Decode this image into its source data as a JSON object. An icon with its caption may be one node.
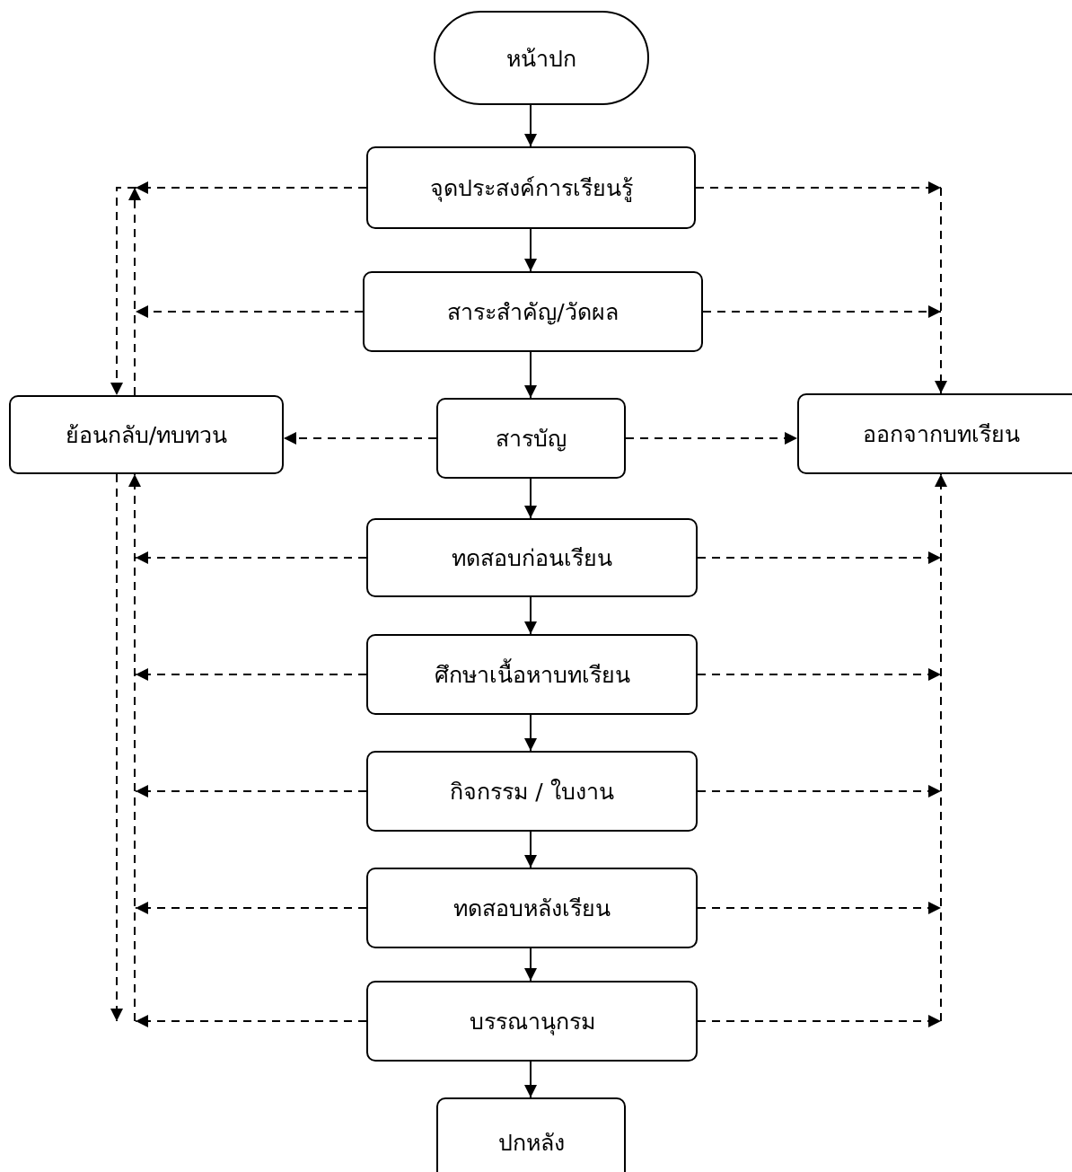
{
  "diagram": {
    "nodes": [
      {
        "text": [
          "หน้าปก"
        ]
      },
      {
        "text": [
          "จุดประสงค์การเรียนรู้"
        ]
      },
      {
        "text": [
          "สาระสำคัญ/วัดผล"
        ]
      },
      {
        "text": [
          "ย้อนกลับ/ทบทวน"
        ]
      },
      {
        "text": [
          "สารบัญ"
        ]
      },
      {
        "text": [
          "ออกจากบทเรียน"
        ]
      },
      {
        "text": [
          "ทดสอบก่อนเรียน"
        ]
      },
      {
        "text": [
          "ศึกษาเนื้อหาบทเรียน"
        ]
      },
      {
        "text": [
          "กิจกรรม / ใบงาน"
        ]
      },
      {
        "text": [
          "ทดสอบหลังเรียน"
        ]
      },
      {
        "text": [
          "บรรณานุกรม"
        ]
      },
      {
        "text": [
          "ปกหลัง"
        ]
      }
    ],
    "edges": [
      {
        "from": 0,
        "to": 1,
        "arrow": "to"
      },
      {
        "from": 1,
        "to": 2,
        "arrow": "to"
      },
      {
        "from": 2,
        "to": 4,
        "arrow": "to"
      },
      {
        "from": 4,
        "to": 6,
        "arrow": "to"
      },
      {
        "from": 6,
        "to": 7,
        "arrow": "to"
      },
      {
        "from": 7,
        "to": 8,
        "arrow": "to"
      },
      {
        "from": 8,
        "to": 9,
        "arrow": "to"
      },
      {
        "from": 9,
        "to": 10,
        "arrow": "to"
      },
      {
        "from": 10,
        "to": 11,
        "arrow": "to"
      },
      {
        "from": 1,
        "to": 3,
        "arrow": "to",
        "style": "dashed"
      },
      {
        "from": 1,
        "to": 5,
        "arrow": "to",
        "style": "dashed"
      },
      {
        "from": 2,
        "to": 3,
        "arrow": "to",
        "style": "dashed"
      },
      {
        "from": 2,
        "to": 5,
        "arrow": "to",
        "style": "dashed"
      },
      {
        "from": 4,
        "to": 3,
        "arrow": "to",
        "style": "dashed"
      },
      {
        "from": 4,
        "to": 5,
        "arrow": "to",
        "style": "dashed"
      },
      {
        "from": 6,
        "to": 3,
        "arrow": "to",
        "style": "dashed"
      },
      {
        "from": 6,
        "to": 5,
        "arrow": "to",
        "style": "dashed"
      },
      {
        "from": 7,
        "to": 3,
        "arrow": "to",
        "style": "dashed"
      },
      {
        "from": 7,
        "to": 5,
        "arrow": "to",
        "style": "dashed"
      },
      {
        "from": 8,
        "to": 3,
        "arrow": "to",
        "style": "dashed"
      },
      {
        "from": 8,
        "to": 5,
        "arrow": "to",
        "style": "dashed"
      },
      {
        "from": 9,
        "to": 3,
        "arrow": "to",
        "style": "dashed"
      },
      {
        "from": 9,
        "to": 5,
        "arrow": "to",
        "style": "dashed"
      },
      {
        "from": 10,
        "to": 3,
        "arrow": "to",
        "style": "dashed"
      },
      {
        "from": 10,
        "to": 5,
        "arrow": "to",
        "style": "dashed"
      }
    ]
  }
}
